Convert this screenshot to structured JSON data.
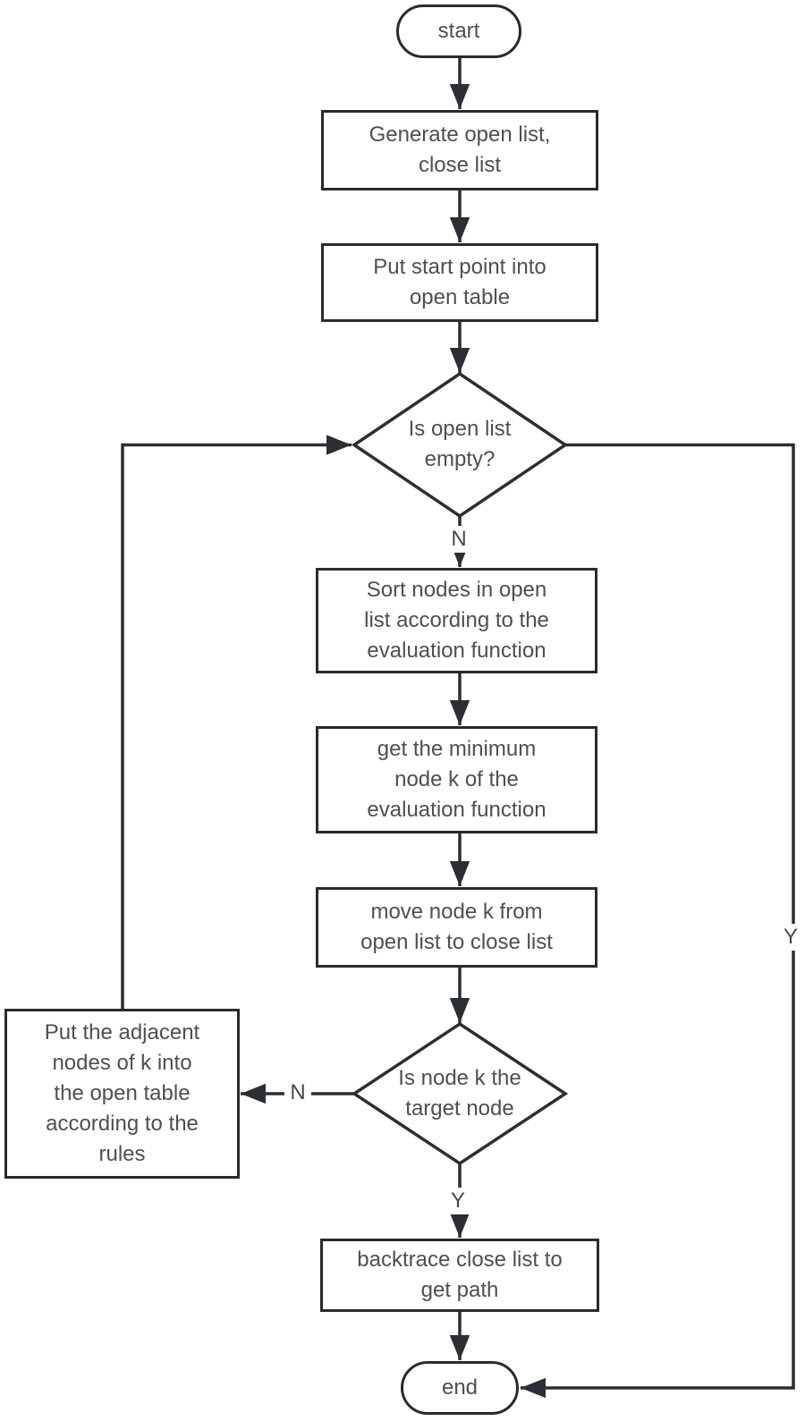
{
  "flowchart": {
    "nodes": {
      "start": {
        "label": "start",
        "type": "terminator"
      },
      "generate_lists": {
        "label": "Generate open list,\nclose list",
        "type": "process"
      },
      "put_start_point": {
        "label": "Put start point into\nopen table",
        "type": "process"
      },
      "open_list_empty": {
        "label": "Is open list\nempty?",
        "type": "decision"
      },
      "sort_nodes": {
        "label": "Sort nodes in open\nlist according to the\nevaluation function",
        "type": "process"
      },
      "get_minimum": {
        "label": "get the minimum\nnode k of the\nevaluation function",
        "type": "process"
      },
      "move_node_k": {
        "label": "move node k from\nopen list to close list",
        "type": "process"
      },
      "is_target_node": {
        "label": "Is node k the\ntarget node",
        "type": "decision"
      },
      "put_adjacent": {
        "label": "Put the adjacent\nnodes of k into\nthe open table\naccording to the\nrules",
        "type": "process"
      },
      "backtrace": {
        "label": "backtrace close list to\nget path",
        "type": "process"
      },
      "end": {
        "label": "end",
        "type": "terminator"
      }
    },
    "edge_labels": {
      "open_list_empty_no": "N",
      "open_list_empty_yes": "Y",
      "is_target_no": "N",
      "is_target_yes": "Y"
    },
    "colors": {
      "line": "#2b2e33",
      "text": "#4c4f54",
      "node_fill": "#ffffff",
      "background": "#ffffff"
    }
  }
}
